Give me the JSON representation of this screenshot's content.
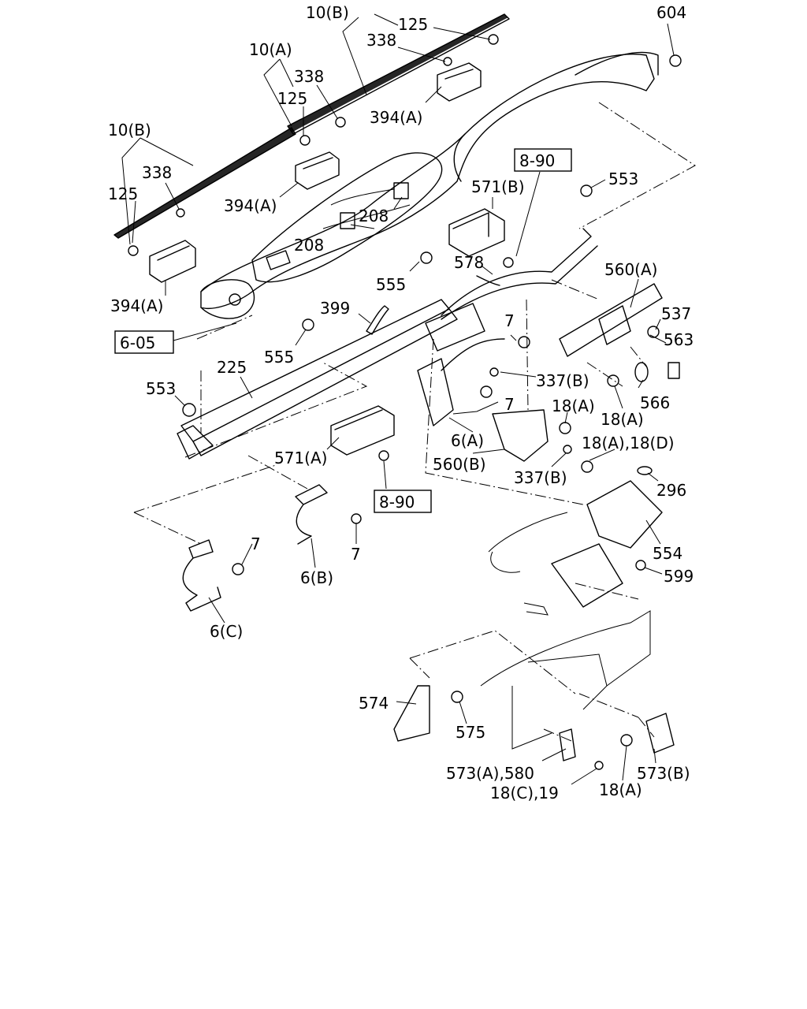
{
  "callouts": [
    {
      "text": "10(B)",
      "boxed": false
    },
    {
      "text": "125",
      "boxed": false
    },
    {
      "text": "604",
      "boxed": false
    },
    {
      "text": "338",
      "boxed": false
    },
    {
      "text": "10(A)",
      "boxed": false
    },
    {
      "text": "338",
      "boxed": false
    },
    {
      "text": "125",
      "boxed": false
    },
    {
      "text": "394(A)",
      "boxed": false
    },
    {
      "text": "10(B)",
      "boxed": false
    },
    {
      "text": "338",
      "boxed": false
    },
    {
      "text": "125",
      "boxed": false
    },
    {
      "text": "394(A)",
      "boxed": false
    },
    {
      "text": "8-90",
      "boxed": true
    },
    {
      "text": "571(B)",
      "boxed": false
    },
    {
      "text": "553",
      "boxed": false
    },
    {
      "text": "208",
      "boxed": false
    },
    {
      "text": "208",
      "boxed": false
    },
    {
      "text": "578",
      "boxed": false
    },
    {
      "text": "555",
      "boxed": false
    },
    {
      "text": "394(A)",
      "boxed": false
    },
    {
      "text": "560(A)",
      "boxed": false
    },
    {
      "text": "399",
      "boxed": false
    },
    {
      "text": "537",
      "boxed": false
    },
    {
      "text": "6-05",
      "boxed": true
    },
    {
      "text": "7",
      "boxed": false
    },
    {
      "text": "563",
      "boxed": false
    },
    {
      "text": "555",
      "boxed": false
    },
    {
      "text": "225",
      "boxed": false
    },
    {
      "text": "337(B)",
      "boxed": false
    },
    {
      "text": "553",
      "boxed": false
    },
    {
      "text": "566",
      "boxed": false
    },
    {
      "text": "7",
      "boxed": false
    },
    {
      "text": "18(A)",
      "boxed": false
    },
    {
      "text": "18(A)",
      "boxed": false
    },
    {
      "text": "6(A)",
      "boxed": false
    },
    {
      "text": "18(A),18(D)",
      "boxed": false
    },
    {
      "text": "571(A)",
      "boxed": false
    },
    {
      "text": "560(B)",
      "boxed": false
    },
    {
      "text": "337(B)",
      "boxed": false
    },
    {
      "text": "296",
      "boxed": false
    },
    {
      "text": "8-90",
      "boxed": true
    },
    {
      "text": "7",
      "boxed": false
    },
    {
      "text": "554",
      "boxed": false
    },
    {
      "text": "7",
      "boxed": false
    },
    {
      "text": "599",
      "boxed": false
    },
    {
      "text": "6(B)",
      "boxed": false
    },
    {
      "text": "6(C)",
      "boxed": false
    },
    {
      "text": "574",
      "boxed": false
    },
    {
      "text": "575",
      "boxed": false
    },
    {
      "text": "573(A),580",
      "boxed": false
    },
    {
      "text": "573(B)",
      "boxed": false
    },
    {
      "text": "18(C),19",
      "boxed": false
    },
    {
      "text": "18(A)",
      "boxed": false
    }
  ]
}
